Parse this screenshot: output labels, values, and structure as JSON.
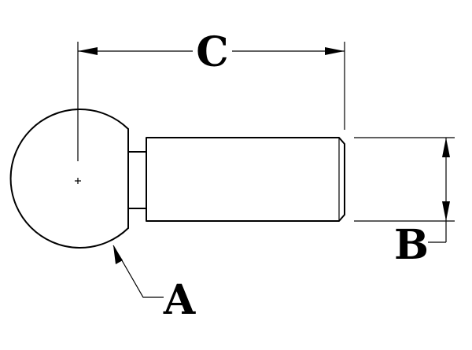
{
  "diagram": {
    "labels": {
      "ball_diameter": "A",
      "thread_diameter": "B",
      "length": "C"
    },
    "colors": {
      "line": "#000000",
      "background": "#ffffff"
    }
  }
}
